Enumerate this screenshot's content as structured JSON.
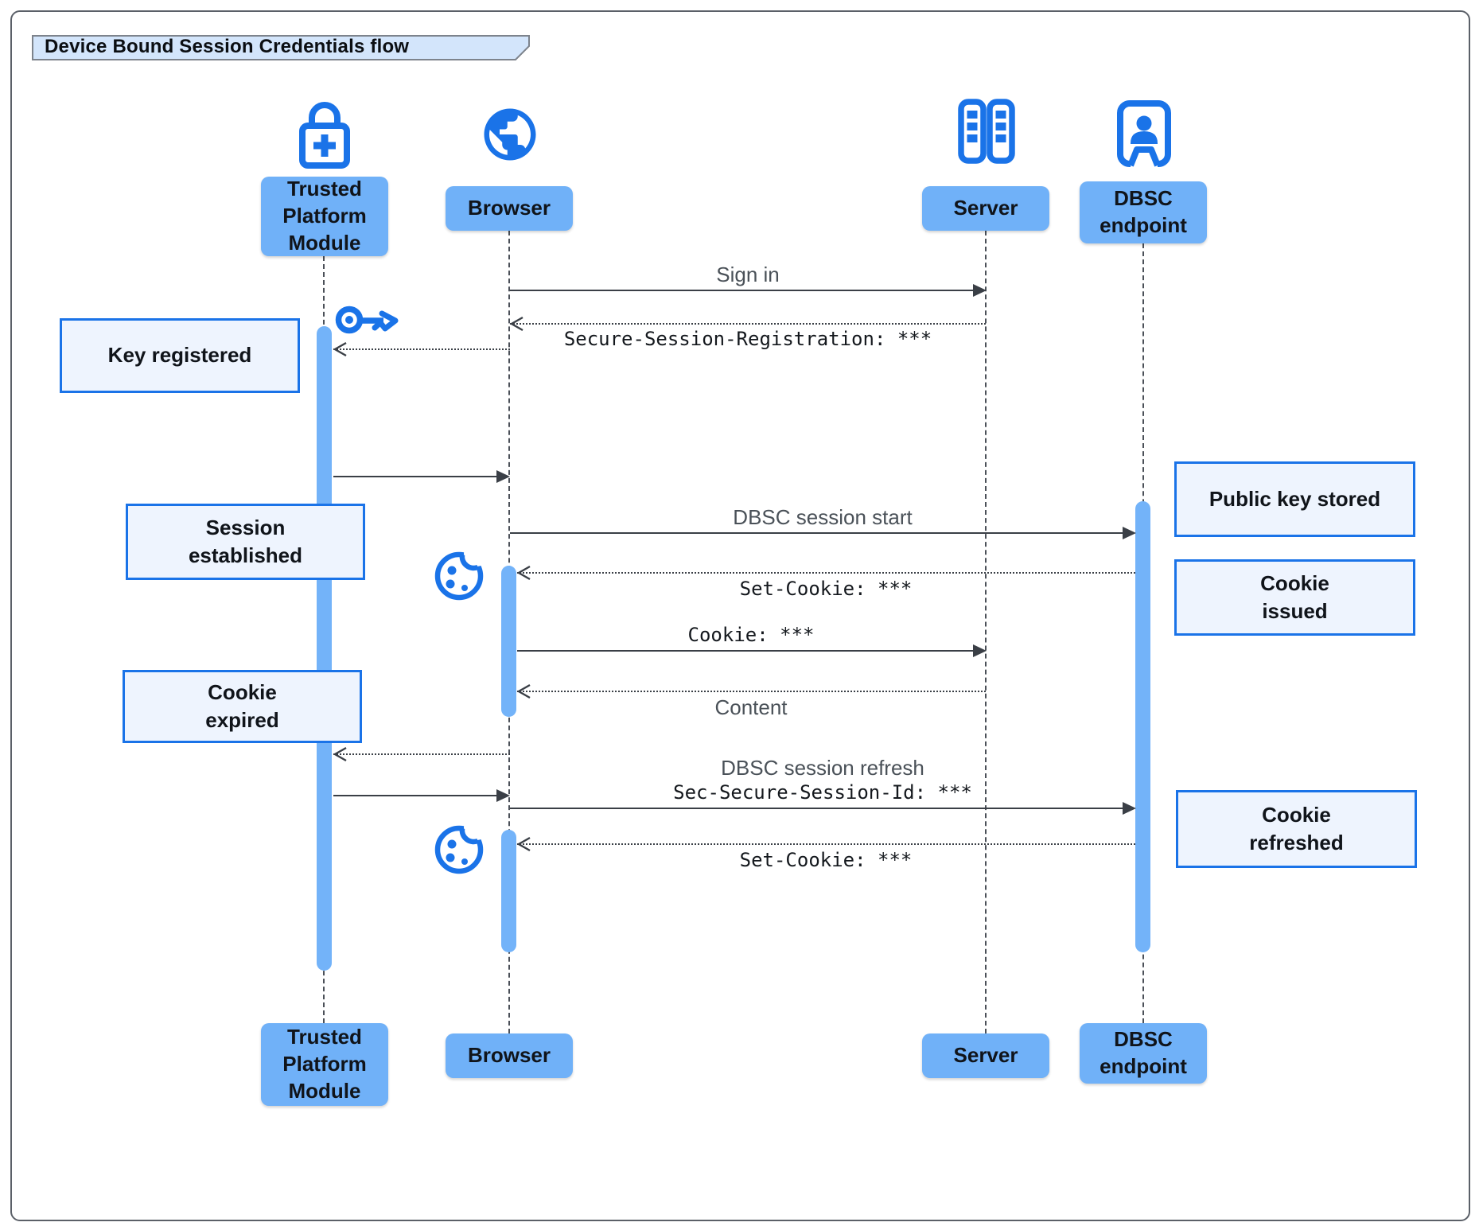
{
  "title": "Device Bound Session Credentials flow",
  "participants": [
    {
      "id": "tpm",
      "label": "Trusted Platform Module",
      "icon": "lock-plus-icon"
    },
    {
      "id": "browser",
      "label": "Browser",
      "icon": "globe-icon"
    },
    {
      "id": "server",
      "label": "Server",
      "icon": "server-rack-icon"
    },
    {
      "id": "dbsc",
      "label": "DBSC endpoint",
      "icon": "endpoint-door-person-icon"
    }
  ],
  "messages": [
    {
      "from": "Browser",
      "to": "Server",
      "label": "Sign in",
      "line": "solid",
      "font": "sans"
    },
    {
      "from": "Server",
      "to": "Browser",
      "label": "Secure-Session-Registration: ***",
      "line": "dotted",
      "font": "mono"
    },
    {
      "from": "Browser",
      "to": "Trusted Platform Module",
      "label": "",
      "line": "dotted"
    },
    {
      "from": "Trusted Platform Module",
      "to": "Browser",
      "label": "",
      "line": "solid"
    },
    {
      "from": "Browser",
      "to": "DBSC endpoint",
      "label": "DBSC session start",
      "line": "solid",
      "font": "sans"
    },
    {
      "from": "DBSC endpoint",
      "to": "Browser",
      "label": "Set-Cookie: ***",
      "line": "dotted",
      "font": "mono"
    },
    {
      "from": "Browser",
      "to": "Server",
      "label": "Cookie: ***",
      "line": "solid",
      "font": "mono"
    },
    {
      "from": "Server",
      "to": "Browser",
      "label": "Content",
      "line": "dotted",
      "font": "sans"
    },
    {
      "from": "Browser",
      "to": "Trusted Platform Module",
      "label": "",
      "line": "dotted"
    },
    {
      "from": "Trusted Platform Module",
      "to": "Browser",
      "label": "",
      "line": "solid"
    },
    {
      "from": "Browser",
      "to": "DBSC endpoint",
      "label": "DBSC session refresh",
      "sublabel": "Sec-Secure-Session-Id: ***",
      "line": "solid",
      "font": "sans+mono"
    },
    {
      "from": "DBSC endpoint",
      "to": "Browser",
      "label": "Set-Cookie: ***",
      "line": "dotted",
      "font": "mono"
    }
  ],
  "notes": [
    {
      "text": "Key registered",
      "side": "left"
    },
    {
      "text": "Session established",
      "side": "left"
    },
    {
      "text": "Cookie expired",
      "side": "left"
    },
    {
      "text": "Public key stored",
      "side": "right"
    },
    {
      "text": "Cookie issued",
      "side": "right"
    },
    {
      "text": "Cookie refreshed",
      "side": "right"
    }
  ],
  "decorations": [
    {
      "icon": "key-icon",
      "near": "Trusted Platform Module"
    },
    {
      "icon": "cookie-icon",
      "near": "Browser"
    },
    {
      "icon": "cookie-icon",
      "near": "Browser"
    }
  ],
  "colors": {
    "accent": "#1a73e8",
    "participant_fill": "#70b1f8",
    "activation_fill": "#73b3f9",
    "note_fill": "#eef4fe",
    "note_border": "#1a73e8",
    "tab_fill": "#d3e5fb",
    "arrow": "#3a3f46",
    "frame_border": "#5b6068"
  }
}
